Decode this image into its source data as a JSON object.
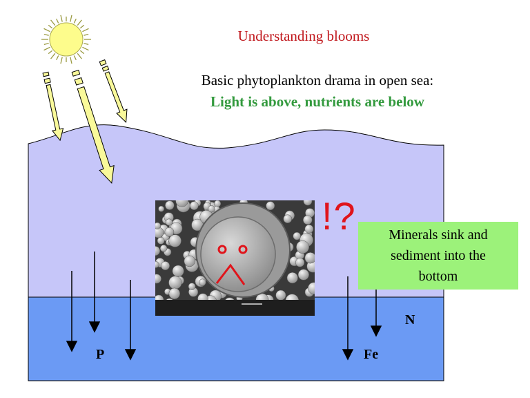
{
  "title": "Understanding blooms",
  "subtitle": "Basic phytoplankton drama in open sea:",
  "headline": "Light is above, nutrients are below",
  "exclamation": "!?",
  "callout": {
    "line1": "Minerals sink and",
    "line2": "sediment into the",
    "line3": "bottom"
  },
  "nutrients": {
    "p": "P",
    "fe": "Fe",
    "n": "N"
  },
  "colors": {
    "sun": "#fdfc8c",
    "ray": "#f9f99a",
    "surface_water": "#c6c6f9",
    "deep_water": "#6b9af4",
    "callout": "#9cf27a",
    "title": "#c0161b",
    "headline": "#339a3e",
    "exclaim": "#e0141b"
  },
  "icons": [
    "sun-icon",
    "light-ray-arrow",
    "sinking-arrow",
    "sad-face-icon"
  ]
}
